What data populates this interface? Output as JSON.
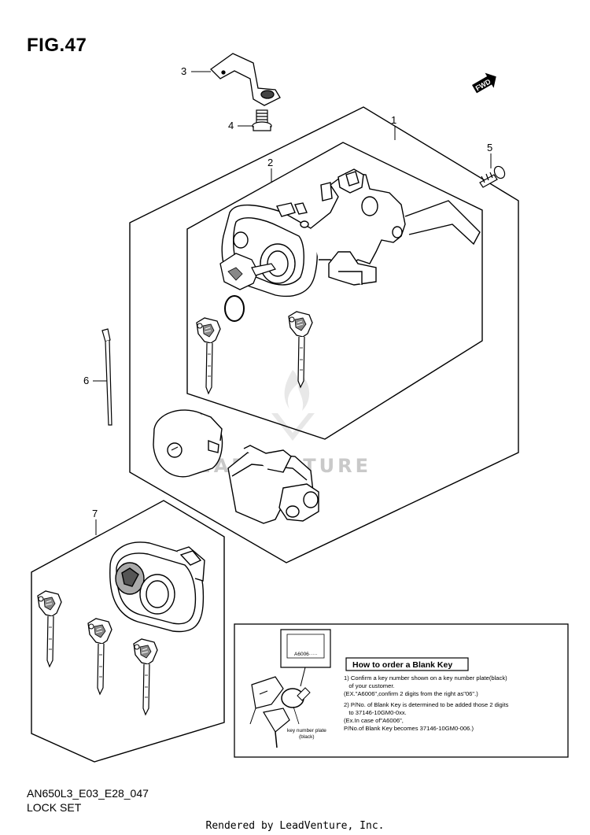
{
  "figure": {
    "title": "FIG.47",
    "model_code": "AN650L3_E03_E28_047",
    "name": "LOCK SET"
  },
  "callouts": [
    "1",
    "2",
    "3",
    "4",
    "5",
    "6",
    "7"
  ],
  "watermark": "LEADVENTURE",
  "fwd_badge": "FWD",
  "blank_key_note": {
    "title": "How to order a Blank Key",
    "plate_label": "A6006·····",
    "plate_caption_1": "key number plate",
    "plate_caption_2": "(black)",
    "lines": [
      "1) Confirm a key number shown on a key number plate(black)",
      "   of your customer.",
      "(EX.\"A6006\",confirm 2 digits from the right as\"06\".)",
      "2) P/No. of Blank Key is determined to be added those 2 digits",
      "   to 37146-10GM0-0xx.",
      "(Ex.In case of\"A6006\",",
      "P/No.of Blank Key becomes 37146-10GM0-006.)"
    ]
  },
  "footer": "Rendered by LeadVenture, Inc."
}
